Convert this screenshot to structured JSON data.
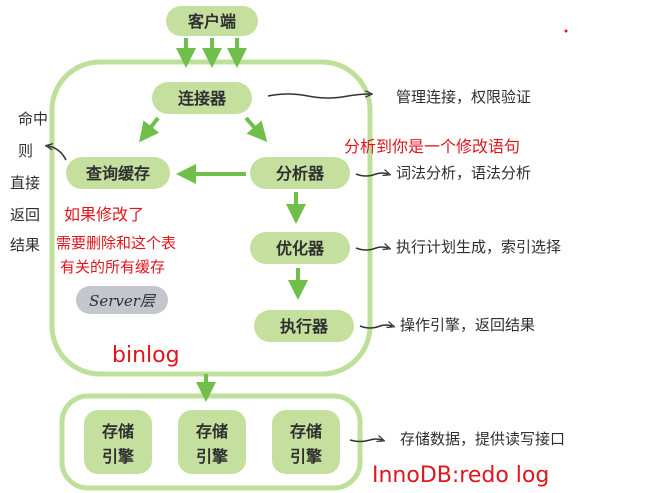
{
  "nodes": {
    "client": "客户端",
    "connector": "连接器",
    "query_cache": "查询缓存",
    "analyzer": "分析器",
    "optimizer": "优化器",
    "executor": "执行器",
    "storage_engine_1_line1": "存储",
    "storage_engine_1_line2": "引擎",
    "storage_engine_2_line1": "存储",
    "storage_engine_2_line2": "引擎",
    "storage_engine_3_line1": "存储",
    "storage_engine_3_line2": "引擎",
    "server_layer": "Server层"
  },
  "descriptions": {
    "connector": "管理连接，权限验证",
    "analyzer": "词法分析，语法分析",
    "optimizer": "执行计划生成，索引选择",
    "executor": "操作引擎，返回结果",
    "storage": "存储数据，提供读写接口"
  },
  "left_note": [
    "命中",
    "则",
    "直接",
    "返回",
    "结果"
  ],
  "annotations": {
    "analyzer_note": "分析到你是一个修改语句",
    "cache_note_line1": "如果修改了",
    "cache_note_line2": "需要删除和这个表",
    "cache_note_line3": "有关的所有缓存",
    "binlog": "binlog",
    "redo_log": "InnoDB:redo log"
  },
  "colors": {
    "node_fill": "#c5df9f",
    "arrow_green": "#6fbf4a",
    "outline_green": "#bfe09a",
    "red": "#e0161d",
    "server_fill": "#c3c6cc"
  }
}
